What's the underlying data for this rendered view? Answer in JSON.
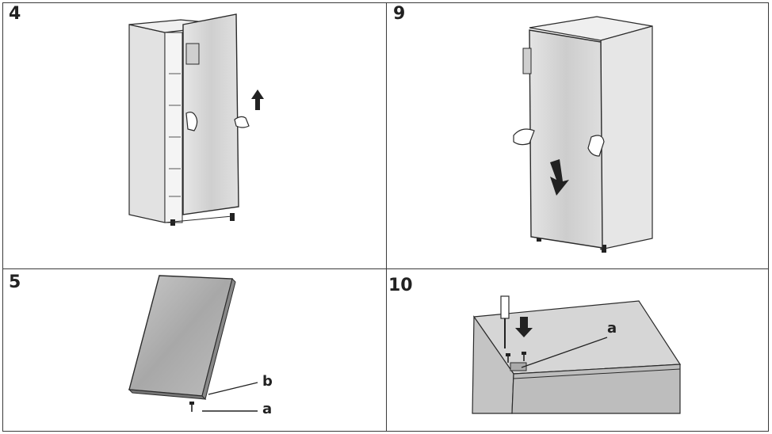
{
  "steps": {
    "s4": {
      "number": "4"
    },
    "s9": {
      "number": "9"
    },
    "s5": {
      "number": "5",
      "callout_a": "a",
      "callout_b": "b"
    },
    "s10": {
      "number": "10",
      "callout_a": "a"
    }
  },
  "colors": {
    "border": "#3a3a3a",
    "panel_gray": "#d9d9d9",
    "panel_dark": "#9a9a9a",
    "outline": "#2b2b2b"
  },
  "icons": [
    "up-arrow-icon",
    "down-arrow-icon",
    "hand-icon",
    "screwdriver-icon",
    "screw-icon"
  ]
}
